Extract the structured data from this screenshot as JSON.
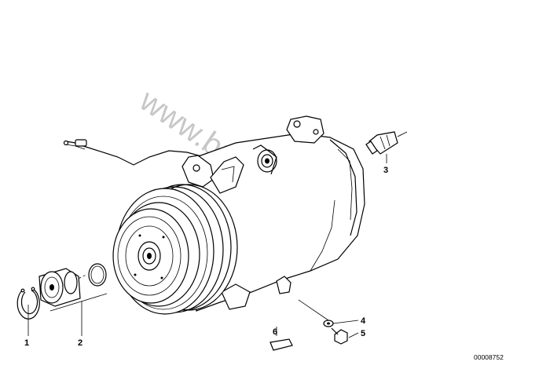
{
  "watermark": "www.bmwstore.pl",
  "document_number": "00008752",
  "callouts": [
    {
      "id": "1",
      "label": "1"
    },
    {
      "id": "2",
      "label": "2"
    },
    {
      "id": "3",
      "label": "3"
    },
    {
      "id": "4",
      "label": "4"
    },
    {
      "id": "5",
      "label": "5"
    },
    {
      "id": "6",
      "label": "6"
    }
  ]
}
